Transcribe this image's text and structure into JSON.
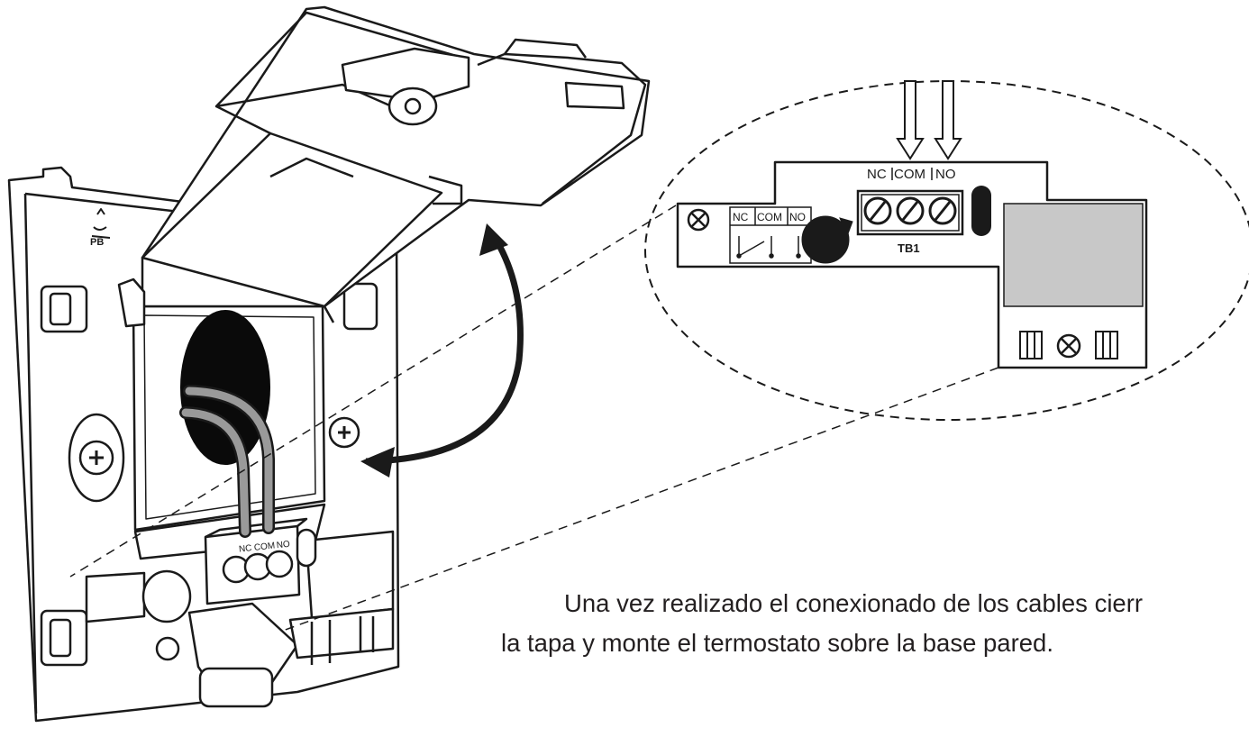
{
  "terminal_labels": {
    "nc": "NC",
    "com": "COM",
    "no": "NO",
    "block": "TB1"
  },
  "instruction": {
    "line1": "Una vez realizado el conexionado de los cables cierr",
    "line2": "la tapa y monte el termostato sobre la base pared."
  },
  "colors": {
    "line": "#1a1a1a",
    "cable": "#9a9a9a",
    "module_fill": "#c8c8c8",
    "text": "#231f20"
  }
}
